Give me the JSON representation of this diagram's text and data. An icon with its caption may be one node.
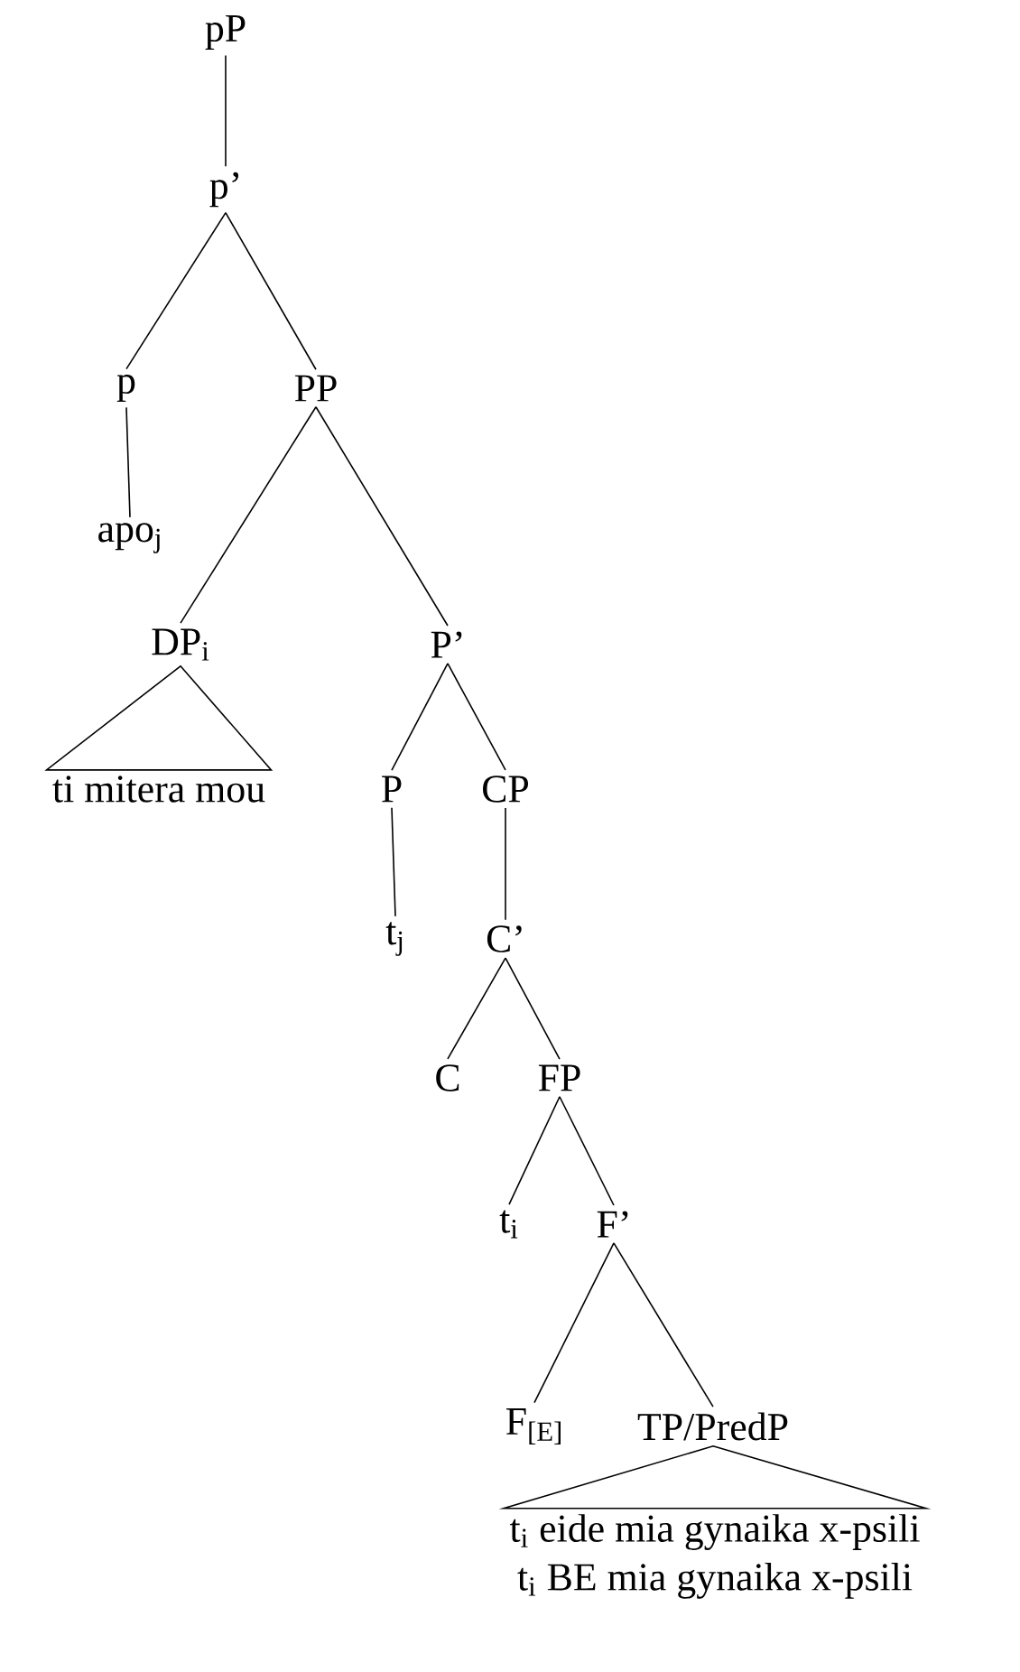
{
  "diagram": {
    "nodes": [
      {
        "text": [
          "pP"
        ]
      },
      {
        "text": [
          "p’"
        ]
      },
      {
        "text": [
          "p"
        ]
      },
      {
        "text": [
          "PP"
        ]
      },
      {
        "text": [
          "apo$_{j}$"
        ]
      },
      {
        "text": [
          "DP$_{i}$"
        ]
      },
      {
        "text": [
          "P’"
        ]
      },
      {
        "text": [
          "ti mitera mou"
        ]
      },
      {
        "text": [
          "P"
        ]
      },
      {
        "text": [
          "CP"
        ]
      },
      {
        "text": [
          "t$_{j}$"
        ]
      },
      {
        "text": [
          "C’"
        ]
      },
      {
        "text": [
          "C"
        ]
      },
      {
        "text": [
          "FP"
        ]
      },
      {
        "text": [
          "t$_{i}$"
        ]
      },
      {
        "text": [
          "F’"
        ]
      },
      {
        "text": [
          "F$_{[E]}$"
        ]
      },
      {
        "text": [
          "TP/PredP"
        ]
      },
      {
        "text": [
          "t$_{i}$ eide mia gynaika x-psili",
          "t$_{i}$ BE mia gynaika x-psili"
        ]
      }
    ],
    "edges": [
      {
        "from": 0,
        "to": 1,
        "arrow": "none"
      },
      {
        "from": 1,
        "to": 2,
        "arrow": "none"
      },
      {
        "from": 1,
        "to": 3,
        "arrow": "none"
      },
      {
        "from": 2,
        "to": 4,
        "arrow": "none"
      },
      {
        "from": 3,
        "to": 5,
        "arrow": "none"
      },
      {
        "from": 3,
        "to": 6,
        "arrow": "none"
      },
      {
        "from": 5,
        "to": 7,
        "arrow": "none"
      },
      {
        "from": 6,
        "to": 8,
        "arrow": "none"
      },
      {
        "from": 6,
        "to": 9,
        "arrow": "none"
      },
      {
        "from": 8,
        "to": 10,
        "arrow": "none"
      },
      {
        "from": 9,
        "to": 11,
        "arrow": "none"
      },
      {
        "from": 11,
        "to": 12,
        "arrow": "none"
      },
      {
        "from": 11,
        "to": 13,
        "arrow": "none"
      },
      {
        "from": 13,
        "to": 14,
        "arrow": "none"
      },
      {
        "from": 13,
        "to": 15,
        "arrow": "none"
      },
      {
        "from": 15,
        "to": 16,
        "arrow": "none"
      },
      {
        "from": 15,
        "to": 17,
        "arrow": "none"
      },
      {
        "from": 17,
        "to": 18,
        "arrow": "none"
      }
    ]
  }
}
